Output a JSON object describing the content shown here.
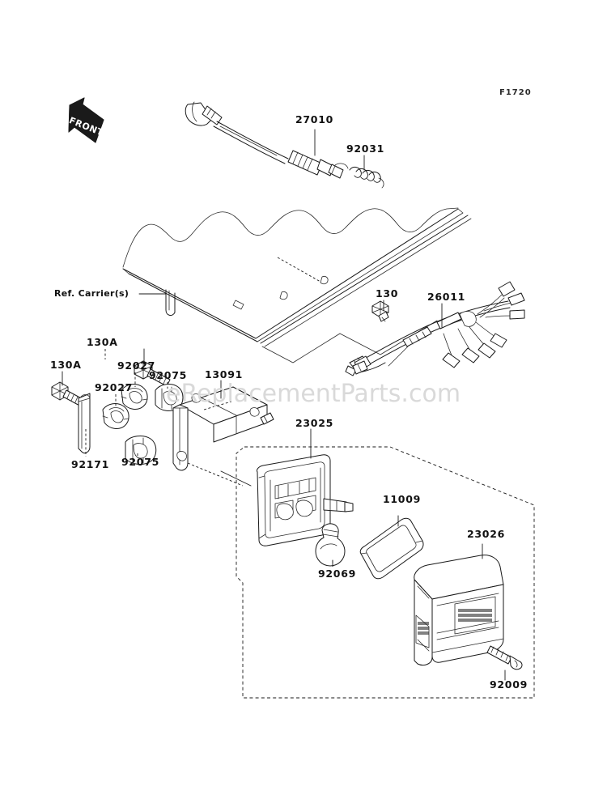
{
  "diagram": {
    "sheet_code": "F1720",
    "watermark": "eReplacementParts.com",
    "front_marker": "FRONT",
    "carrier_ref": "Ref. Carrier(s)"
  },
  "parts": [
    {
      "id": "27010",
      "name": "switch-cable",
      "label": "27010"
    },
    {
      "id": "92031",
      "name": "spring",
      "label": "92031"
    },
    {
      "id": "130",
      "name": "bolt",
      "label": "130"
    },
    {
      "id": "26011",
      "name": "wire-harness",
      "label": "26011"
    },
    {
      "id": "130A-left",
      "name": "flange-bolt-left",
      "label": "130A"
    },
    {
      "id": "130A-upper",
      "name": "flange-bolt-upper",
      "label": "130A"
    },
    {
      "id": "92027-upper",
      "name": "collar-upper",
      "label": "92027"
    },
    {
      "id": "92027-lower",
      "name": "collar-lower",
      "label": "92027"
    },
    {
      "id": "92075-upper",
      "name": "damper-upper",
      "label": "92075"
    },
    {
      "id": "92075-lower",
      "name": "damper-lower",
      "label": "92075"
    },
    {
      "id": "92171",
      "name": "clamp",
      "label": "92171"
    },
    {
      "id": "13091",
      "name": "bracket",
      "label": "13091"
    },
    {
      "id": "23025",
      "name": "tail-lamp-body",
      "label": "23025"
    },
    {
      "id": "92069",
      "name": "bulb",
      "label": "92069"
    },
    {
      "id": "11009",
      "name": "gasket",
      "label": "11009"
    },
    {
      "id": "23026",
      "name": "lens",
      "label": "23026"
    },
    {
      "id": "92009",
      "name": "screw",
      "label": "92009"
    }
  ],
  "colors": {
    "background": "#ffffff",
    "line": "#1a1a1a",
    "watermark": "#d9d9d9"
  }
}
